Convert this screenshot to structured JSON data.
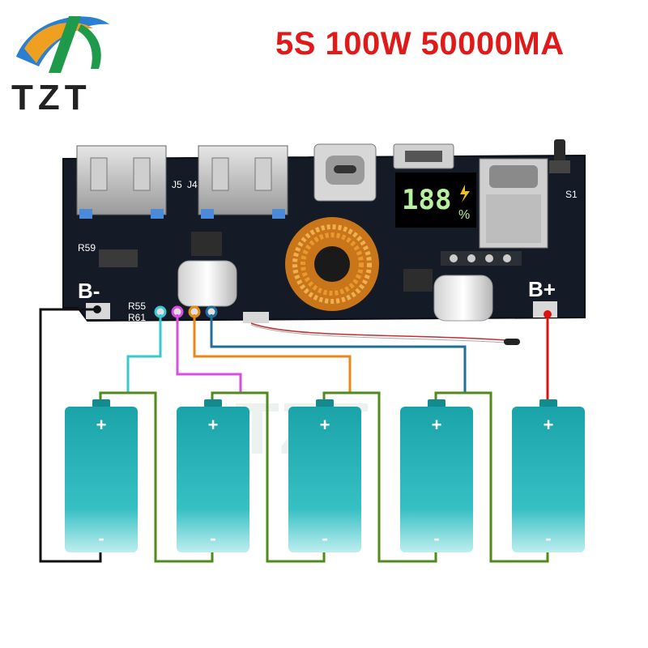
{
  "header": {
    "brand": "TZT",
    "title": "5S 100W 50000MA"
  },
  "colors": {
    "title": "#e11919",
    "pcb": "#141a26",
    "battery": "#17a8ad",
    "series_wire": "#4f8a1b",
    "bminus_wire": "#111111",
    "bplus_wire": "#e01010",
    "tap1": "#38c8d0",
    "tap2": "#d84ee0",
    "tap3": "#e58a1a",
    "tap4": "#1f6f9a",
    "display_digits": "#b8f0a0"
  },
  "board": {
    "labels": {
      "r59": "R59",
      "b_minus": "B-",
      "b_plus": "B+",
      "r55": "R55",
      "r61": "R61",
      "j5": "J5",
      "j4": "J4",
      "s1": "S1"
    },
    "display": {
      "digits": "188",
      "unit": "%",
      "icon": "lightning-icon"
    },
    "ports": [
      "usb-a-port",
      "usb-a-port",
      "usb-c-port",
      "micro-usb-port",
      "lightning-port"
    ]
  },
  "batteries": [
    {
      "plus": "+",
      "minus": "-"
    },
    {
      "plus": "+",
      "minus": "-"
    },
    {
      "plus": "+",
      "minus": "-"
    },
    {
      "plus": "+",
      "minus": "-"
    },
    {
      "plus": "+",
      "minus": "-"
    }
  ]
}
